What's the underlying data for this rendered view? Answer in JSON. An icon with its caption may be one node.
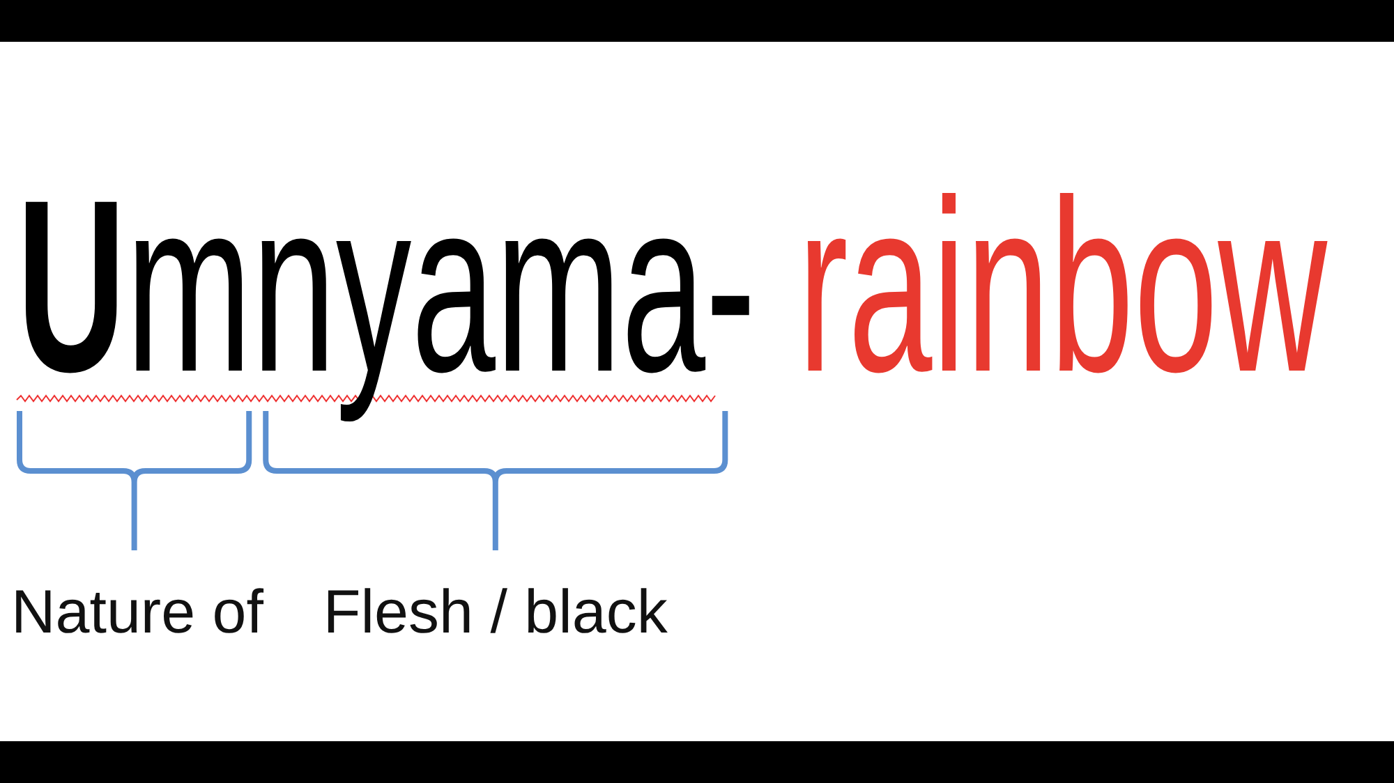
{
  "diagram": {
    "labels": [
      "**U**mnyama-",
      "rainbow",
      "Nature of",
      "Flesh / black"
    ]
  }
}
